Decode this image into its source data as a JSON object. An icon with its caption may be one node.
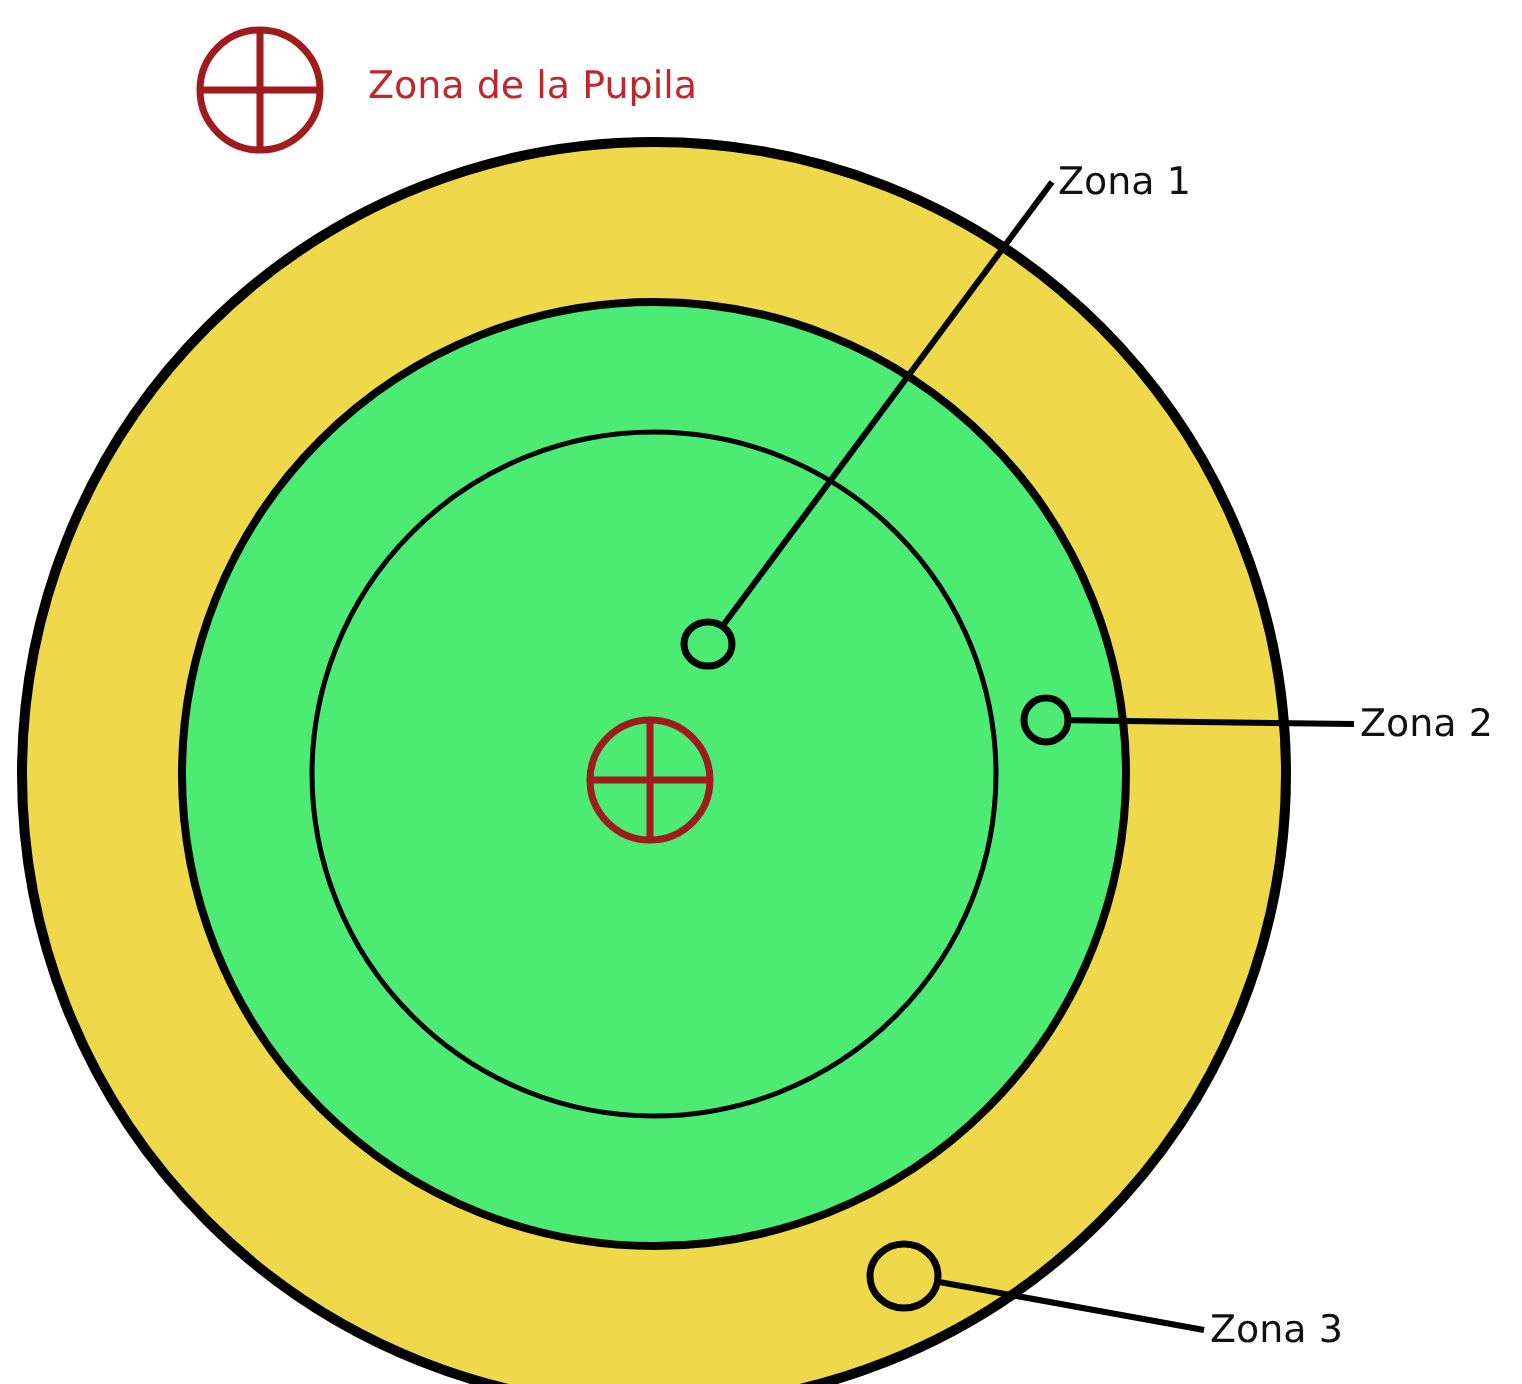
{
  "diagram": {
    "nodes": [
      {
        "text": [
          "Zona 1"
        ]
      },
      {
        "text": [
          "Zona 2"
        ]
      },
      {
        "text": [
          "Zona 3"
        ]
      },
      {
        "text": [],
        "shape": "circle"
      },
      {
        "text": [],
        "shape": "circle"
      },
      {
        "text": [],
        "shape": "circle"
      }
    ],
    "edges": [
      {
        "from": 0,
        "to": 3,
        "arrow": "none"
      },
      {
        "from": 1,
        "to": 5,
        "arrow": "none"
      },
      {
        "from": 2,
        "to": 4,
        "arrow": "none"
      }
    ],
    "legend": [
      {
        "text": "Zona de la Pupila"
      }
    ]
  }
}
